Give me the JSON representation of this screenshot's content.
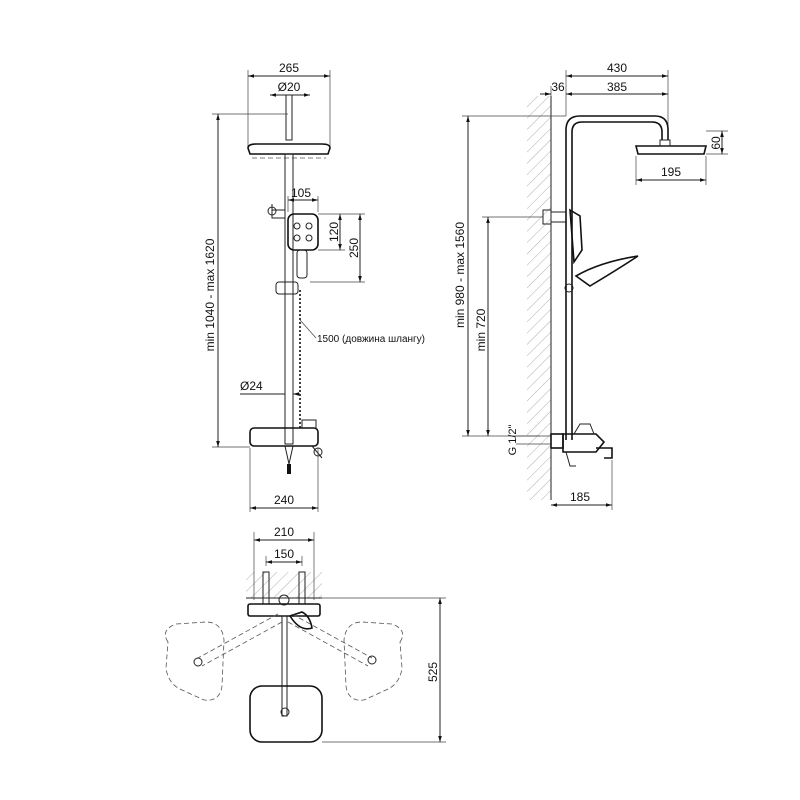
{
  "dimensions": {
    "front": {
      "head_width": "265",
      "arm_diameter": "Ø20",
      "handshower_width": "105",
      "handshower_height": "120",
      "handshower_total": "250",
      "height_range": "min 1040 - max 1620",
      "hose_length": "1500 (довжина шлангу)",
      "pipe_diameter": "Ø24",
      "mixer_width": "240"
    },
    "side": {
      "total_reach": "430",
      "wall_offset": "36",
      "arm_length": "385",
      "head_height": "60",
      "head_width": "195",
      "height_range": "min 980 - max 1560",
      "bracket_height": "min 720",
      "thread": "G 1/2\"",
      "mixer_depth": "185"
    },
    "top": {
      "fitting_width": "210",
      "inlet_spacing": "150",
      "projection": "525"
    }
  }
}
